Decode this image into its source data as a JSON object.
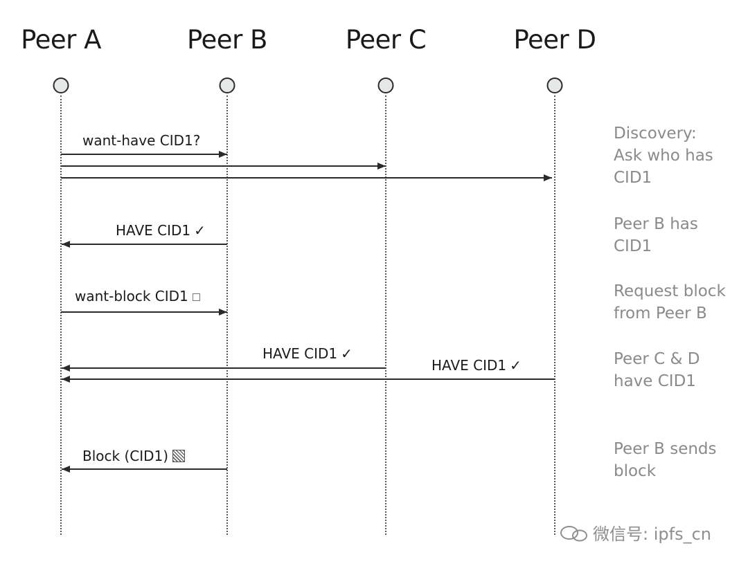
{
  "peers": [
    {
      "name": "Peer A"
    },
    {
      "name": "Peer B"
    },
    {
      "name": "Peer C"
    },
    {
      "name": "Peer D"
    }
  ],
  "messages": {
    "want_have": "want-have CID1?",
    "have_b": "HAVE CID1",
    "want_block": "want-block CID1",
    "have_c": "HAVE CID1",
    "have_d": "HAVE CID1",
    "block": "Block (CID1)",
    "check_mark": "✓"
  },
  "notes": {
    "discovery": [
      "Discovery:",
      "Ask who has",
      "CID1"
    ],
    "peer_b_has": [
      "Peer B has",
      "CID1"
    ],
    "request": [
      "Request block",
      "from Peer B"
    ],
    "peers_cd": [
      "Peer C & D",
      "have CID1"
    ],
    "sends": [
      "Peer B sends",
      "block"
    ]
  },
  "watermark": "微信号: ipfs_cn",
  "colors": {
    "line": "#2a2a2a",
    "note": "#8a8a8a",
    "node_fill": "#e6e8e7"
  }
}
